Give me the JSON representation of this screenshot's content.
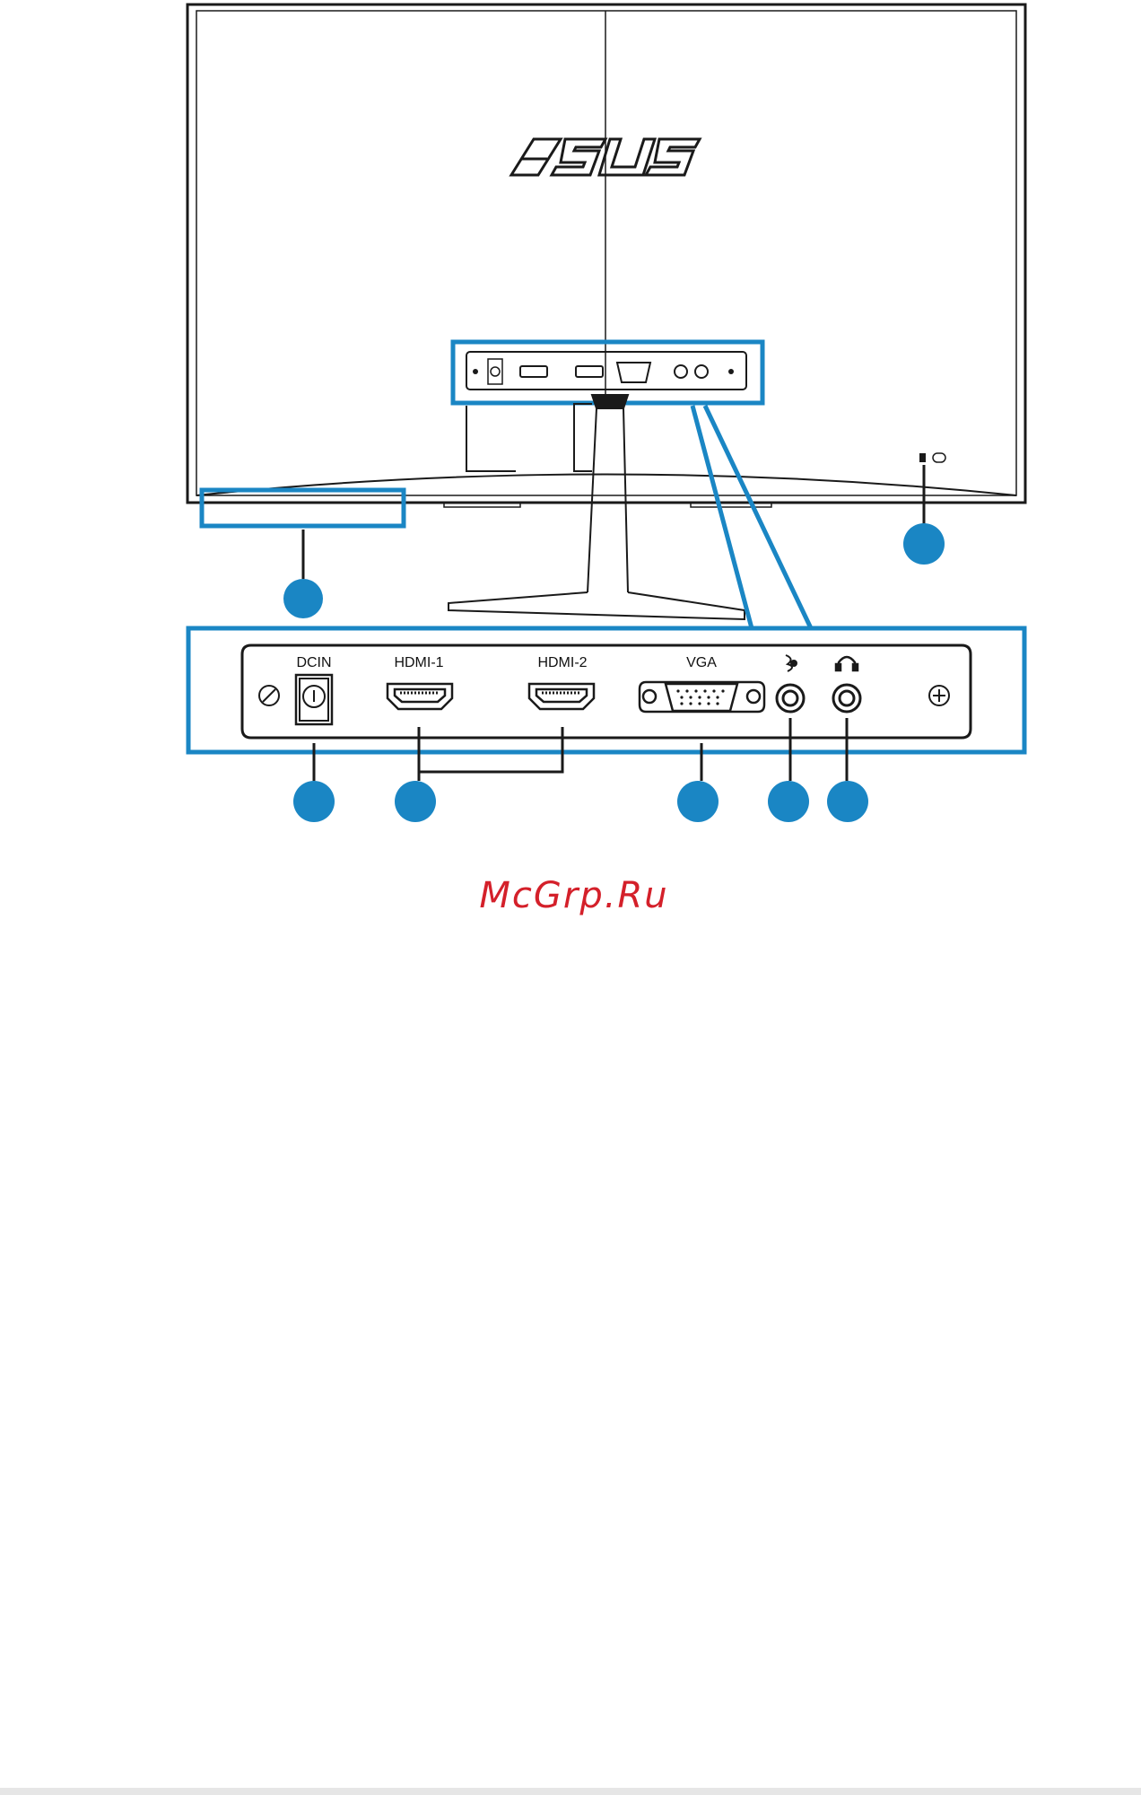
{
  "brand": {
    "logo_text": "ASUS"
  },
  "ports": {
    "dcin": "DCIN",
    "hdmi1": "HDMI-1",
    "hdmi2": "HDMI-2",
    "vga": "VGA"
  },
  "icons": {
    "audio_in": "audio-in-icon",
    "headphone": "headphone-icon",
    "screw": "screw-icon",
    "kensington": "kensington-lock-icon"
  },
  "watermark": "McGrp.Ru",
  "colors": {
    "highlight": "#1a86c4",
    "callout": "#1a86c4",
    "line": "#1a1a1a",
    "watermark": "#d4202a",
    "bottom_bar": "#e6e6e6"
  }
}
